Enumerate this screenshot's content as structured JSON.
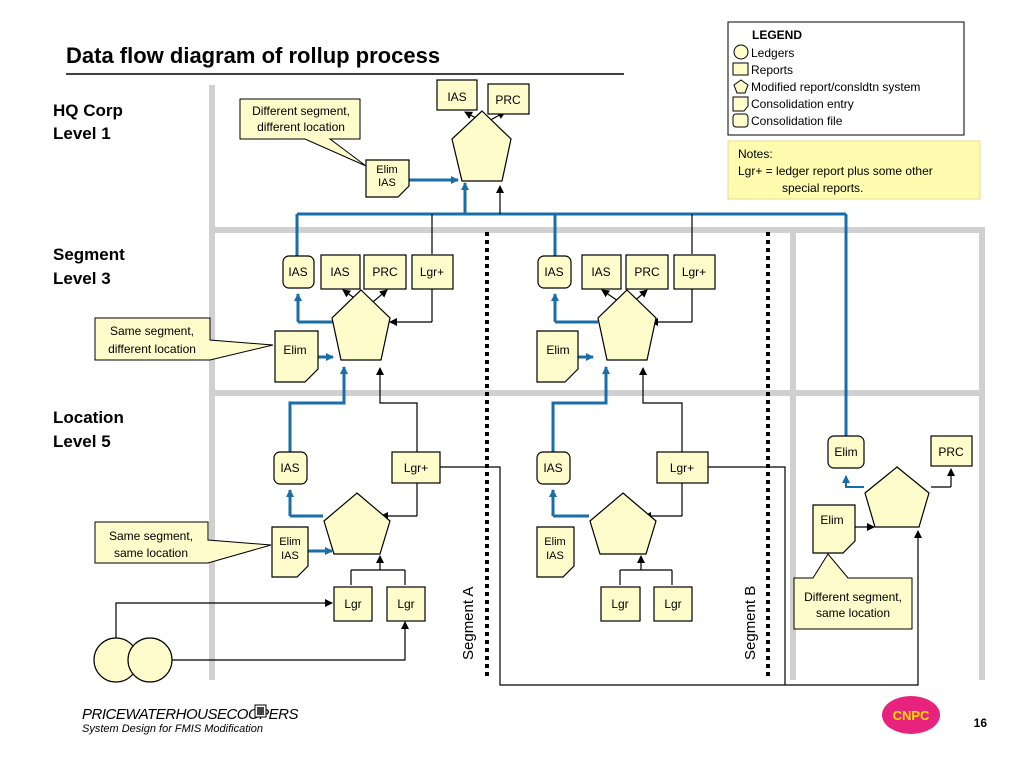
{
  "title": "Data flow diagram of rollup process",
  "levels": {
    "hq": [
      "HQ Corp",
      "Level 1"
    ],
    "segment": [
      "Segment",
      "Level 3"
    ],
    "location": [
      "Location",
      "Level 5"
    ]
  },
  "legend": {
    "title": "LEGEND",
    "items": [
      "Ledgers",
      "Reports",
      "Modified report/consldtn system",
      "Consolidation entry",
      "Consolidation file"
    ]
  },
  "notes": {
    "title": "Notes:",
    "line1": "Lgr+ = ledger report plus some other",
    "line2": "special reports."
  },
  "labels": {
    "ias": "IAS",
    "prc": "PRC",
    "lgr_plus": "Lgr+",
    "lgr": "Lgr",
    "elim": "Elim"
  },
  "callouts": {
    "diff_seg_diff_loc": [
      "Different segment,",
      "different location"
    ],
    "same_seg_diff_loc": [
      "Same segment,",
      "different location"
    ],
    "same_seg_same_loc": [
      "Same segment,",
      "same location"
    ],
    "diff_seg_same_loc": [
      "Different segment,",
      "same location"
    ]
  },
  "segments": {
    "a": "Segment A",
    "b": "Segment B"
  },
  "footer": {
    "company": "PRICEWATERHOUSECOOPERS",
    "subtitle": "System Design for FMIS Modification",
    "badge": "CNPC",
    "page": "16"
  },
  "colors": {
    "box_fill": "#fffccc",
    "blue_arrow": "#1a6ea8",
    "grid_line": "#d0d0d0",
    "callout_fill": "#fffccc",
    "notes_fill": "#fffcb0",
    "badge_magenta": "#e8237d",
    "badge_text": "#ffe000"
  }
}
